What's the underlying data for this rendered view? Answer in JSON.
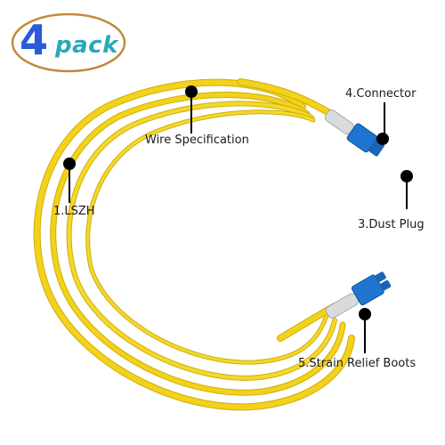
{
  "badge": {
    "number": "4",
    "word": "pack",
    "number_color": "#2a5bd7",
    "word_color": "#28a9b9",
    "outline_color": "#c28a3c"
  },
  "callouts": {
    "wire_specification": "Wire Specification",
    "lszh": "1.LSZH",
    "connector": "4.Connector",
    "dust_plug": "3.Dust Plug",
    "strain_relief_boots": "5.Strain Relief Boots"
  },
  "colors": {
    "cable": "#f2d21a",
    "cable_dark": "#cfae0b",
    "connector_blue": "#1f74d0",
    "boot_gray": "#d9dadc",
    "leader": "#000000"
  },
  "icons": [
    "cable-coil",
    "lc-duplex-connector-icon",
    "leader-dot"
  ]
}
